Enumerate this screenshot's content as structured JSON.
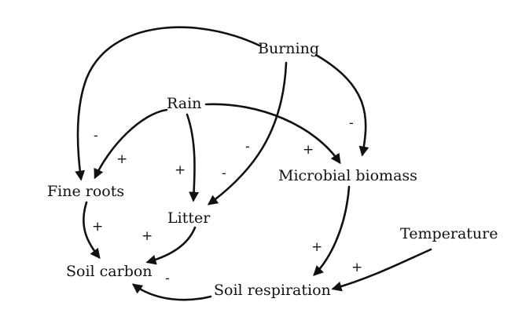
{
  "nodes": {
    "burning": "Burning",
    "rain": "Rain",
    "fine_roots": "Fine roots",
    "litter": "Litter",
    "microbial_biomass": "Microbial biomass",
    "temperature": "Temperature",
    "soil_carbon": "Soil carbon",
    "soil_respiration": "Soil respiration"
  },
  "edges": [
    {
      "from": "Burning",
      "to": "Fine roots",
      "sign": "-"
    },
    {
      "from": "Burning",
      "to": "Litter",
      "sign": "-"
    },
    {
      "from": "Burning",
      "to": "Microbial biomass",
      "sign": "-"
    },
    {
      "from": "Rain",
      "to": "Fine roots",
      "sign": "+"
    },
    {
      "from": "Rain",
      "to": "Litter",
      "sign": "+"
    },
    {
      "from": "Rain",
      "to": "Microbial biomass",
      "sign": "+"
    },
    {
      "from": "Fine roots",
      "to": "Soil carbon",
      "sign": "+"
    },
    {
      "from": "Litter",
      "to": "Soil carbon",
      "sign": "+"
    },
    {
      "from": "Microbial biomass",
      "to": "Soil respiration",
      "sign": "+"
    },
    {
      "from": "Temperature",
      "to": "Soil respiration",
      "sign": "+"
    },
    {
      "from": "Soil respiration",
      "to": "Soil carbon",
      "sign": "-"
    }
  ],
  "signs": {
    "minus": "-",
    "plus": "+"
  },
  "colors": {
    "ink": "#111111",
    "background": "#ffffff"
  }
}
